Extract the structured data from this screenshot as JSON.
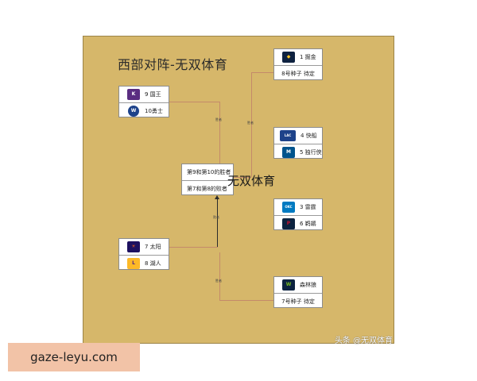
{
  "title": "西部对阵-无双体育",
  "center_watermark": "无双体育",
  "credit": "头条 @无双体育",
  "banner": "gaze-leyu.com",
  "matchups": {
    "m1_top": {
      "seed_team": "9 国王",
      "logo": "kings-logo"
    },
    "m1_bottom": {
      "seed_team": "10勇士",
      "logo": "warriors-logo"
    },
    "center_top": "第9和第10的胜者",
    "center_bottom": "第7和第8的败者",
    "m2_top": {
      "seed_team": "7 太阳",
      "logo": "suns-logo"
    },
    "m2_bottom": {
      "seed_team": "8 湖人",
      "logo": "lakers-logo"
    },
    "right1_top": {
      "seed_team": "1 掘金",
      "logo": "nuggets-logo"
    },
    "right1_bottom": "8号种子 待定",
    "right2_top": {
      "seed_team": "4 快船",
      "logo": "clippers-logo"
    },
    "right2_bottom": {
      "seed_team": "5 独行侠",
      "logo": "mavericks-logo"
    },
    "right3_top": {
      "seed_team": "3 雷霆",
      "logo": "thunder-logo"
    },
    "right3_bottom": {
      "seed_team": "6 鹈鹕",
      "logo": "pelicans-logo"
    },
    "right4_top": {
      "seed_team": "森林狼",
      "logo": "timberwolves-logo"
    },
    "right4_bottom": "7号种子 待定"
  },
  "tags": {
    "winner": "胜者",
    "loser": "败者"
  },
  "colors": {
    "board": "#d6b76a",
    "line": "#c48a6a",
    "banner": "#f2c3a7"
  }
}
